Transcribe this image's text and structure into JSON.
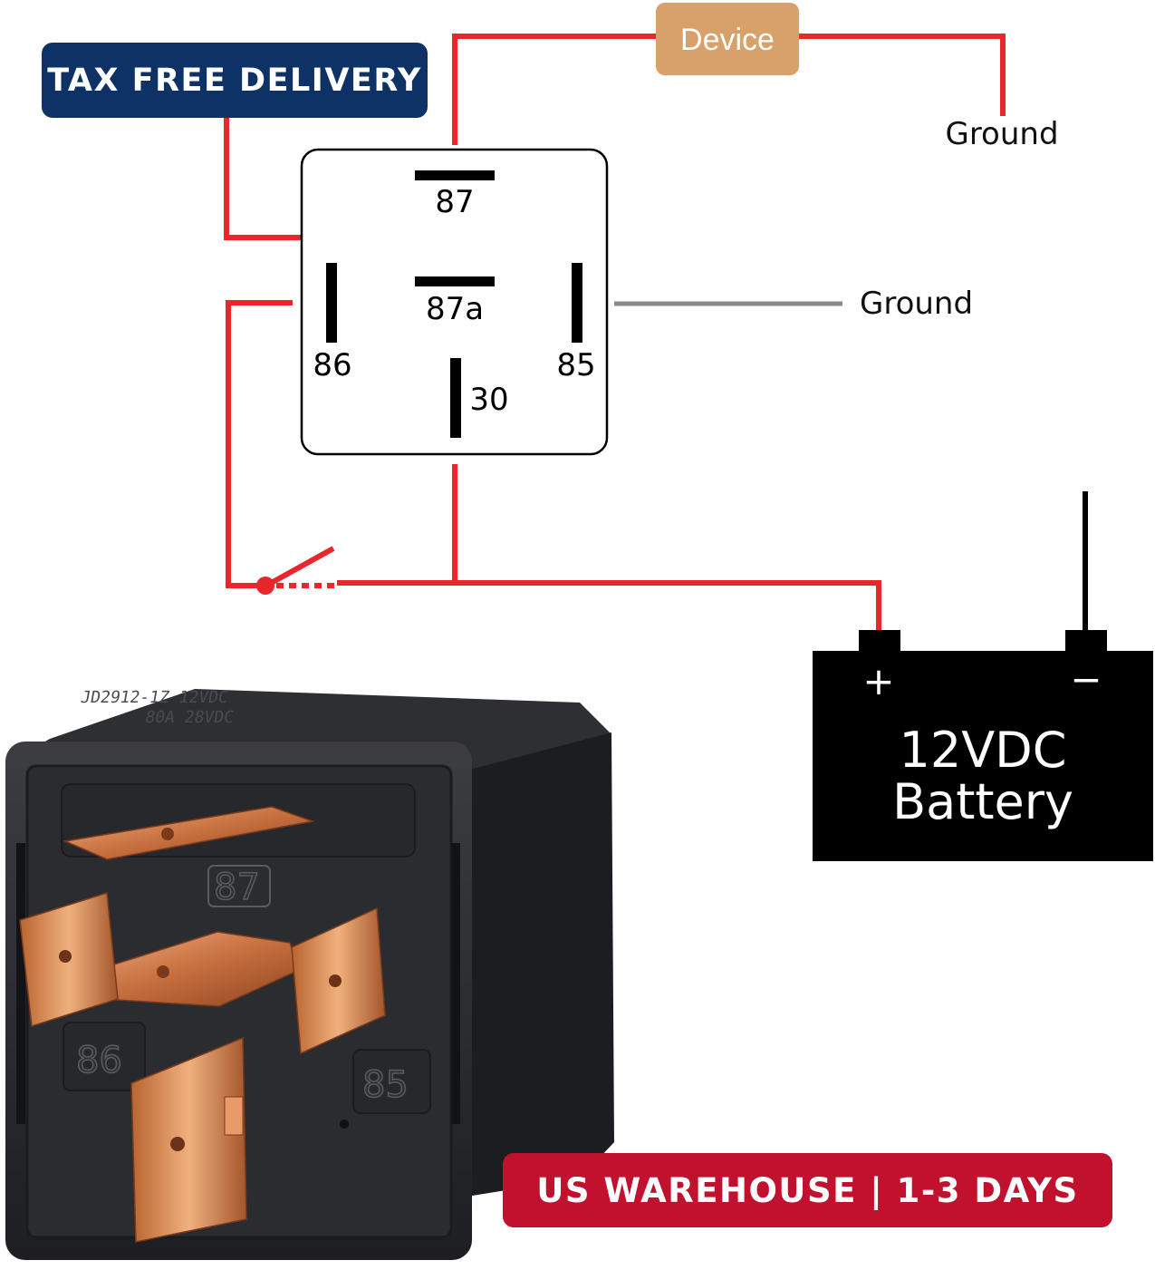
{
  "badges": {
    "tax_free": "TAX FREE DELIVERY",
    "us_warehouse": "US WAREHOUSE | 1-3 DAYS"
  },
  "diagram": {
    "device_label": "Device",
    "ground_label_top": "Ground",
    "ground_label_right": "Ground",
    "pins": {
      "p87": "87",
      "p87a": "87a",
      "p86": "86",
      "p85": "85",
      "p30": "30"
    },
    "battery": {
      "plus": "+",
      "minus": "−",
      "line1": "12VDC",
      "line2": "Battery"
    }
  },
  "relay_photo": {
    "case_marking_1": "JD2912-1Z 12VDC",
    "case_marking_2": "80A 28VDC",
    "terminal_87": "87",
    "terminal_86": "86",
    "terminal_85": "85"
  },
  "colors": {
    "wire": "#e8262b",
    "ground_wire": "#8a8a8a",
    "device_box": "#d8a06a",
    "tax_badge": "#0f3266",
    "us_badge": "#c0122f",
    "battery": "#000000",
    "copper": "#d07a4a"
  }
}
